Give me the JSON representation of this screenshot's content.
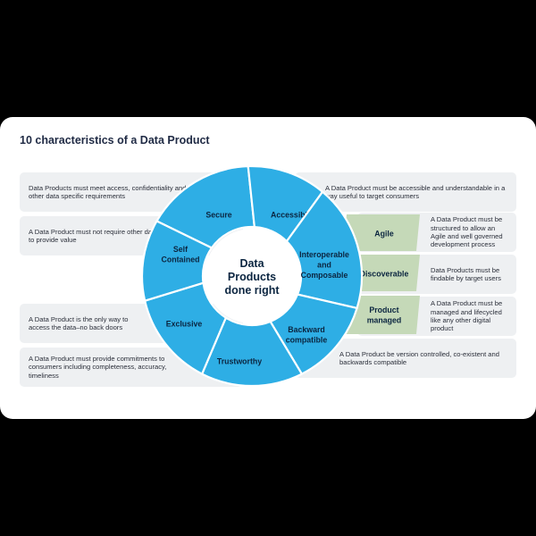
{
  "title": "10 characteristics of a Data Product",
  "center": {
    "line1": "Data",
    "line2": "Products",
    "line3": "done right"
  },
  "colors": {
    "wheel": "#2eaee5",
    "wheel_text": "#0b2540",
    "green": "#c5d9b8",
    "box": "#eef0f2",
    "title": "#1f2a44"
  },
  "segments": [
    {
      "id": "secure",
      "lines": [
        "Secure"
      ]
    },
    {
      "id": "accessible",
      "lines": [
        "Accessible"
      ]
    },
    {
      "id": "interoperable",
      "lines": [
        "Interoperable",
        "and",
        "Composable"
      ]
    },
    {
      "id": "backward",
      "lines": [
        "Backward",
        "compatible"
      ]
    },
    {
      "id": "trustworthy",
      "lines": [
        "Trustworthy"
      ]
    },
    {
      "id": "exclusive",
      "lines": [
        "Exclusive"
      ]
    },
    {
      "id": "self-contained",
      "lines": [
        "Self",
        "Contained"
      ]
    }
  ],
  "green_tabs": [
    {
      "id": "agile",
      "lines": [
        "Agile"
      ]
    },
    {
      "id": "discoverable",
      "lines": [
        "Discoverable"
      ]
    },
    {
      "id": "product-managed",
      "lines": [
        "Product",
        "managed"
      ]
    }
  ],
  "descriptions": {
    "secure": "Data Products must meet access, confidentiality and other data specific requirements",
    "self_contained": "A Data Product must not require other data to provide value",
    "exclusive": "A Data Product is the only way to access the data–no back doors",
    "trustworthy": "A Data Product must provide commitments to consumers including completeness, accuracy, timeliness",
    "accessible": "A Data Product must be accessible and understandable in a way useful to target consumers",
    "agile": "A Data Product must be structured to allow an Agile and well governed development process",
    "discoverable": "Data Products must be findable by target users",
    "product_managed": "A Data Product must be managed and lifecycled like any other digital product",
    "backward": "A Data Product be version controlled, co-existent and backwards compatible"
  }
}
